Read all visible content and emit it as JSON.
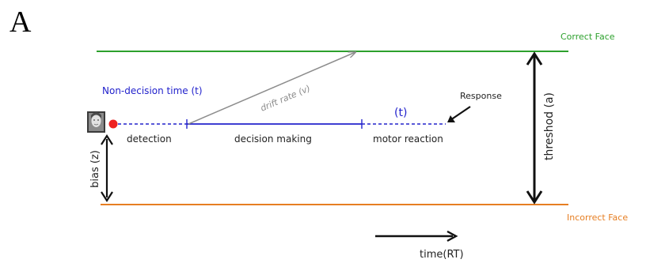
{
  "panel_label": "A",
  "labels": {
    "correct_boundary": "Correct Face",
    "incorrect_boundary": "Incorrect Face",
    "non_decision_time": "Non-decision time (t)",
    "drift_rate": "drift rate (v)",
    "t_marker": "(t)",
    "response": "Response",
    "detection": "detection",
    "decision_making": "decision making",
    "motor_reaction": "motor reaction",
    "bias": "bias (z)",
    "threshold": "threshod (a)",
    "time_axis": "time(RT)"
  },
  "colors": {
    "correct": "#2ca02c",
    "incorrect": "#e67e22",
    "process": "#2222cc",
    "start_point": "#ee2222",
    "drift": "#8c8c8c",
    "text": "#222222"
  },
  "icons": {
    "face": "face-photo-icon"
  }
}
